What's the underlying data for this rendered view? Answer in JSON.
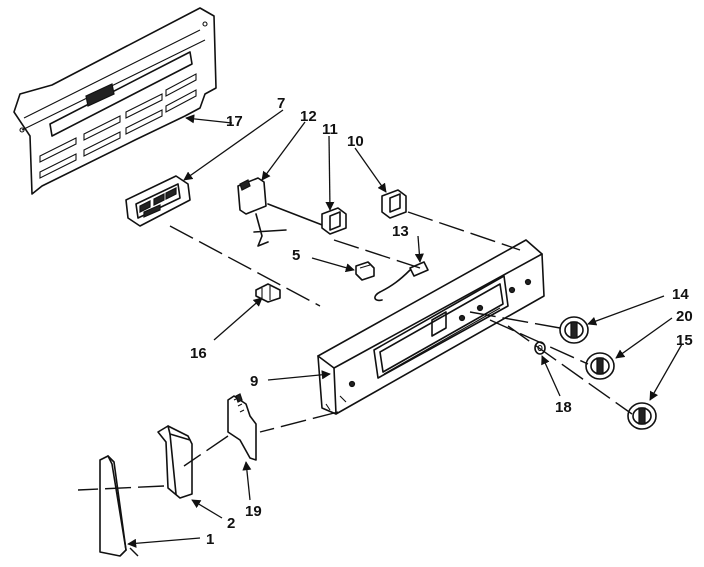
{
  "callouts": {
    "c1": "1",
    "c2": "2",
    "c5": "5",
    "c7": "7",
    "c9": "9",
    "c10": "10",
    "c11": "11",
    "c12": "12",
    "c13": "13",
    "c14": "14",
    "c15": "15",
    "c16": "16",
    "c17": "17",
    "c18": "18",
    "c19": "19",
    "c20": "20"
  }
}
